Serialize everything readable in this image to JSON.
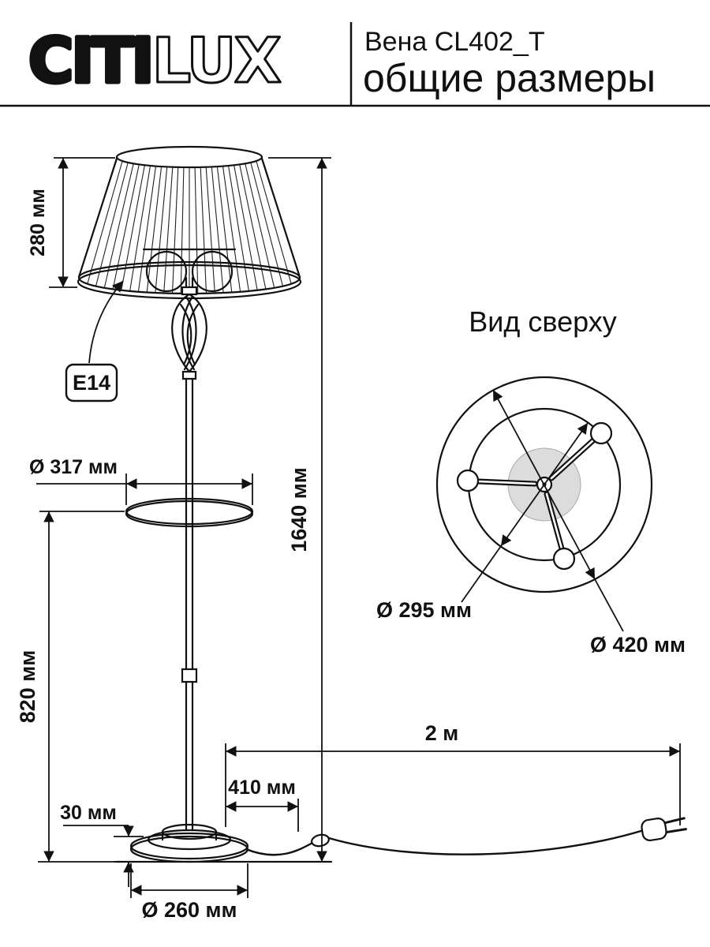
{
  "header": {
    "brand_part1": "CITI",
    "brand_part2": "LUX",
    "model": "Вена CL402_T",
    "subtitle": "общие размеры"
  },
  "dimensions": {
    "shade_height": "280 мм",
    "socket": "E14",
    "shelf_diameter": "Ø 317 мм",
    "total_height": "1640 мм",
    "shelf_height": "820 мм",
    "base_height": "30 мм",
    "base_diameter": "Ø 260 мм",
    "cord_to_switch": "410 мм",
    "cord_length": "2 м"
  },
  "top_view": {
    "title": "Вид сверху",
    "inner_diameter": "Ø 295 мм",
    "outer_diameter": "Ø 420 мм"
  },
  "colors": {
    "ink": "#111111"
  }
}
